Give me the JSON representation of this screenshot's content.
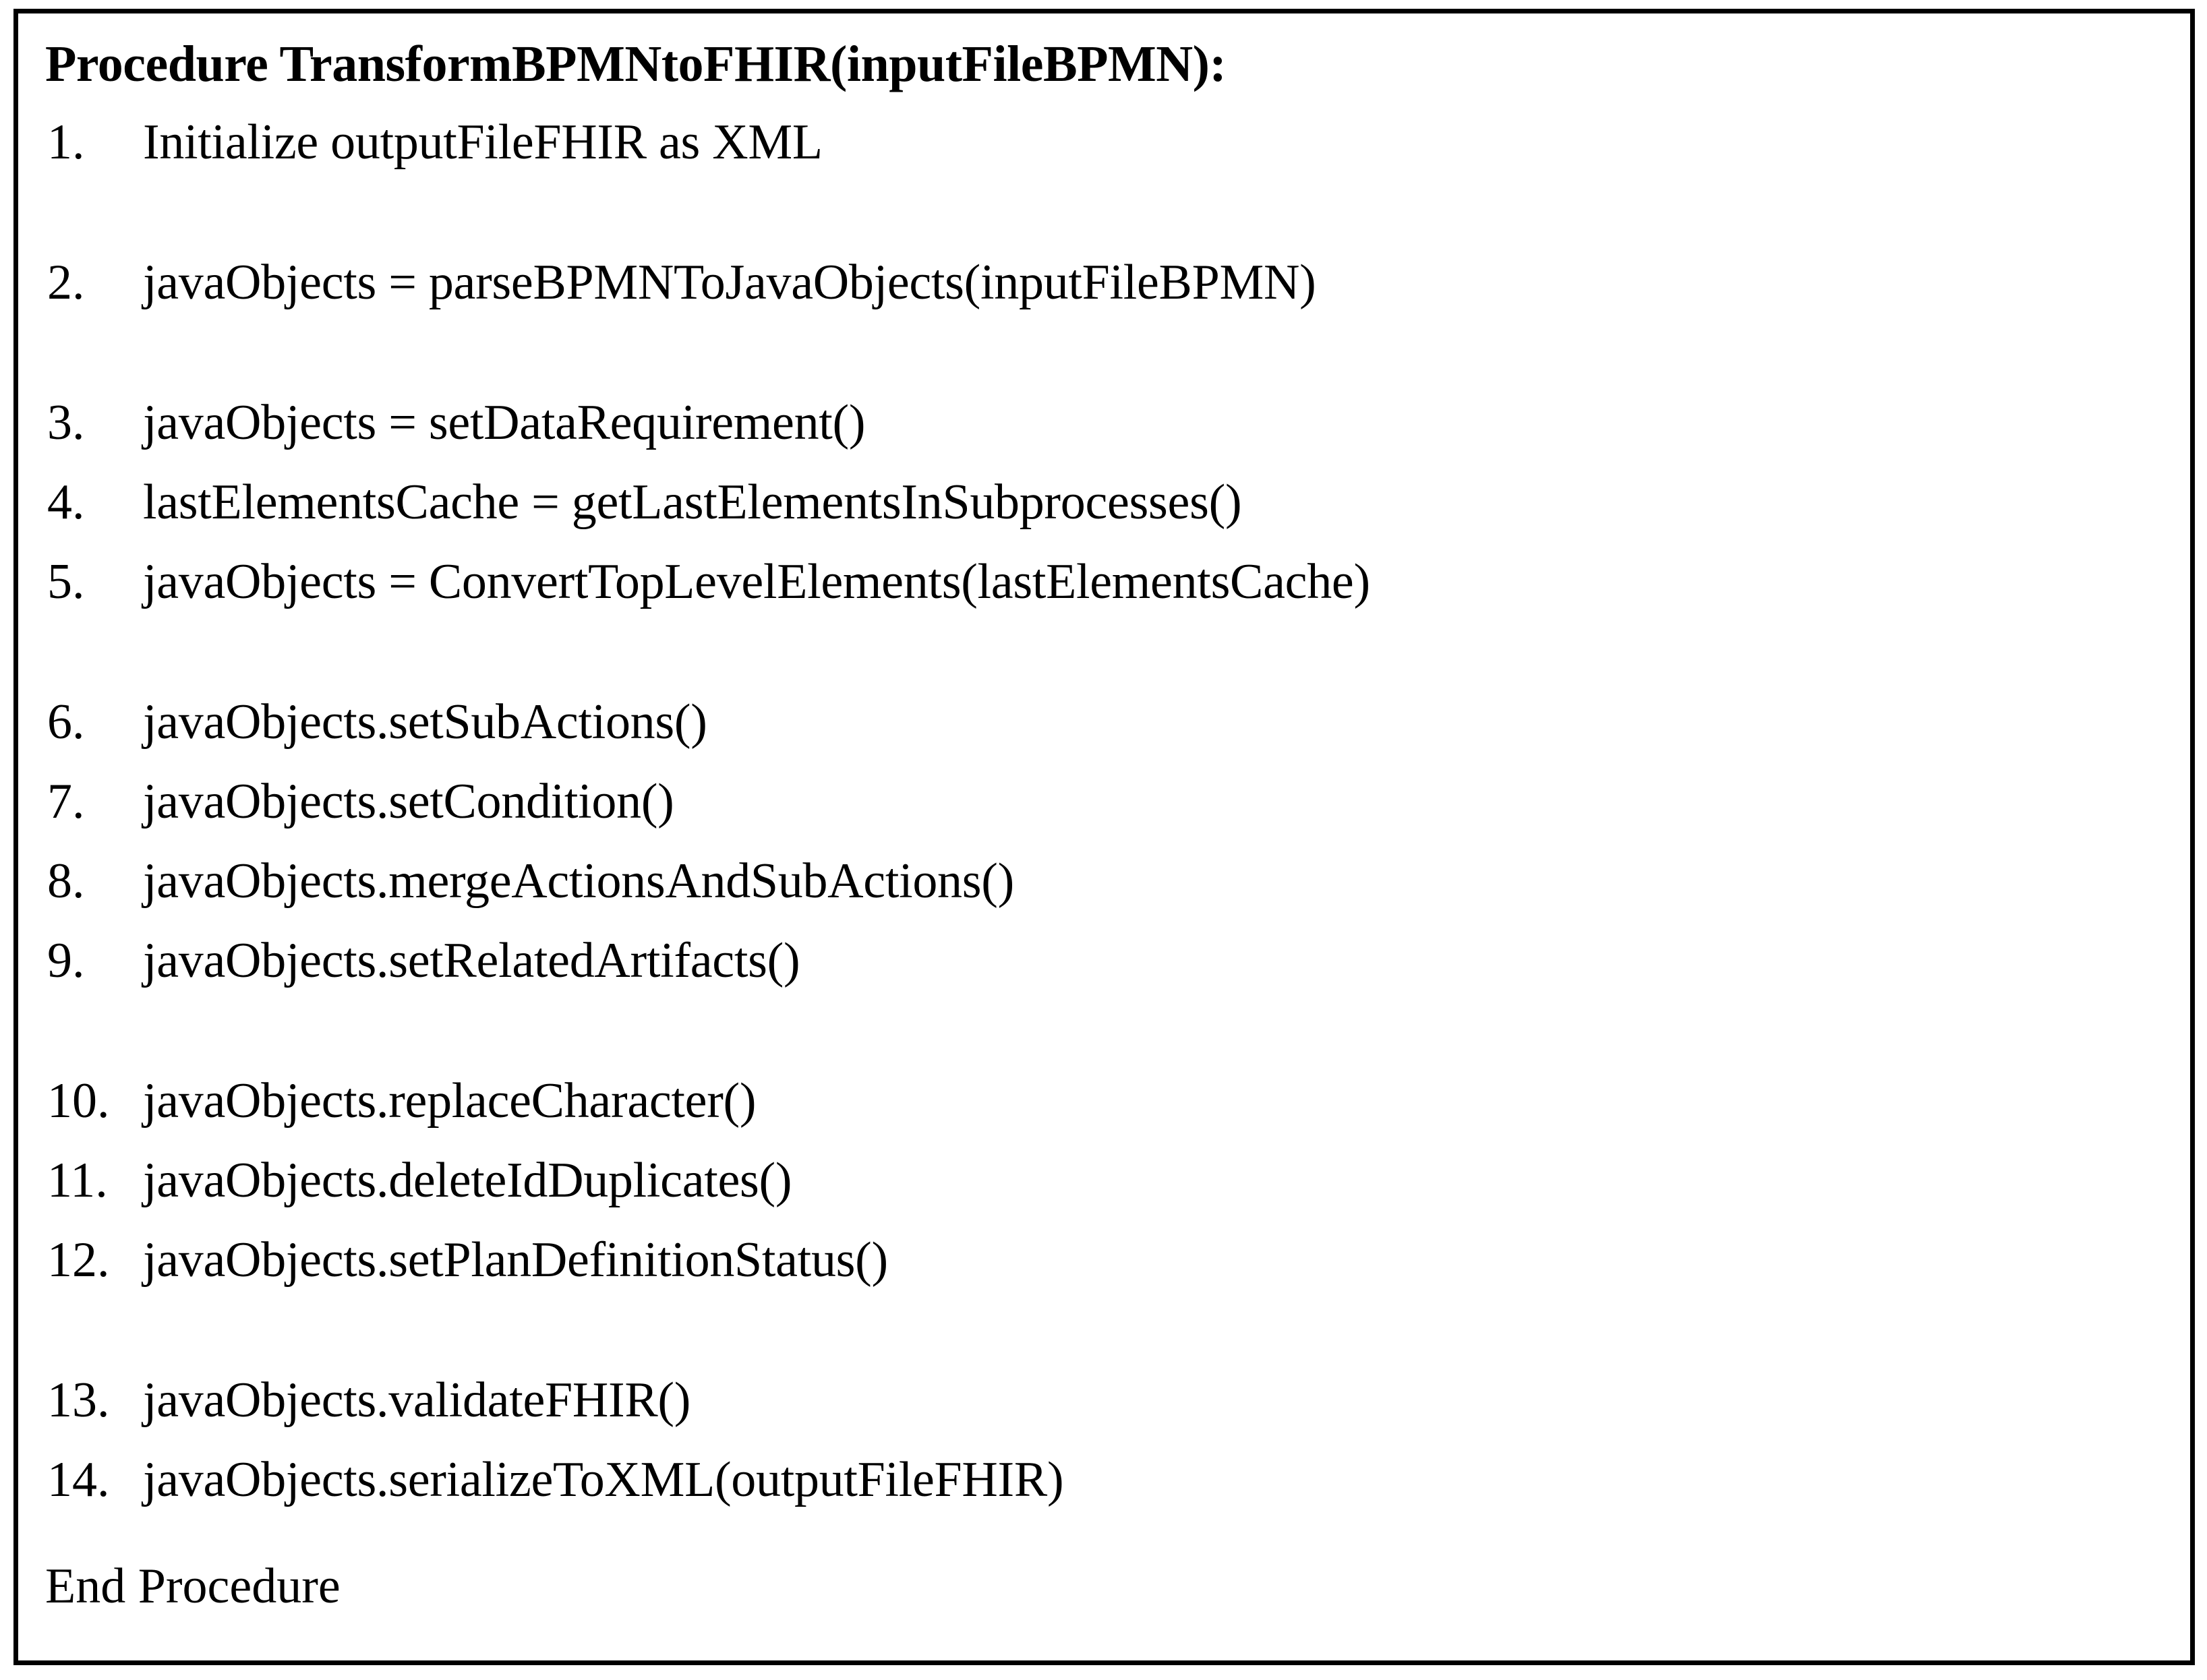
{
  "figure": {
    "kind": "pseudocode-listing",
    "border_color": "#000000",
    "text_color": "#000000",
    "background_color": "#ffffff"
  },
  "pseudocode": {
    "title": "Procedure TransformBPMNtoFHIR(inputFileBPMN):",
    "end_label": "End Procedure",
    "steps": [
      {
        "number": "1.",
        "text": "Initialize outputFileFHIR as XML"
      },
      {
        "number": "2.",
        "text": "javaObjects = parseBPMNToJavaObjects(inputFileBPMN)"
      },
      {
        "number": "3.",
        "text": "javaObjects = setDataRequirement()"
      },
      {
        "number": "4.",
        "text": "lastElementsCache = getLastElementsInSubprocesses()"
      },
      {
        "number": "5.",
        "text": "javaObjects = ConvertTopLevelElements(lastElementsCache)"
      },
      {
        "number": "6.",
        "text": "javaObjects.setSubActions()"
      },
      {
        "number": "7.",
        "text": "javaObjects.setCondition()"
      },
      {
        "number": "8.",
        "text": "javaObjects.mergeActionsAndSubActions()"
      },
      {
        "number": "9.",
        "text": "javaObjects.setRelatedArtifacts()"
      },
      {
        "number": "10.",
        "text": "javaObjects.replaceCharacter()"
      },
      {
        "number": "11.",
        "text": "javaObjects.deleteIdDuplicates()"
      },
      {
        "number": "12.",
        "text": "javaObjects.setPlanDefinitionStatus()"
      },
      {
        "number": "13.",
        "text": "javaObjects.validateFHIR()"
      },
      {
        "number": "14.",
        "text": "javaObjects.serializeToXML(outputFileFHIR)"
      }
    ]
  }
}
